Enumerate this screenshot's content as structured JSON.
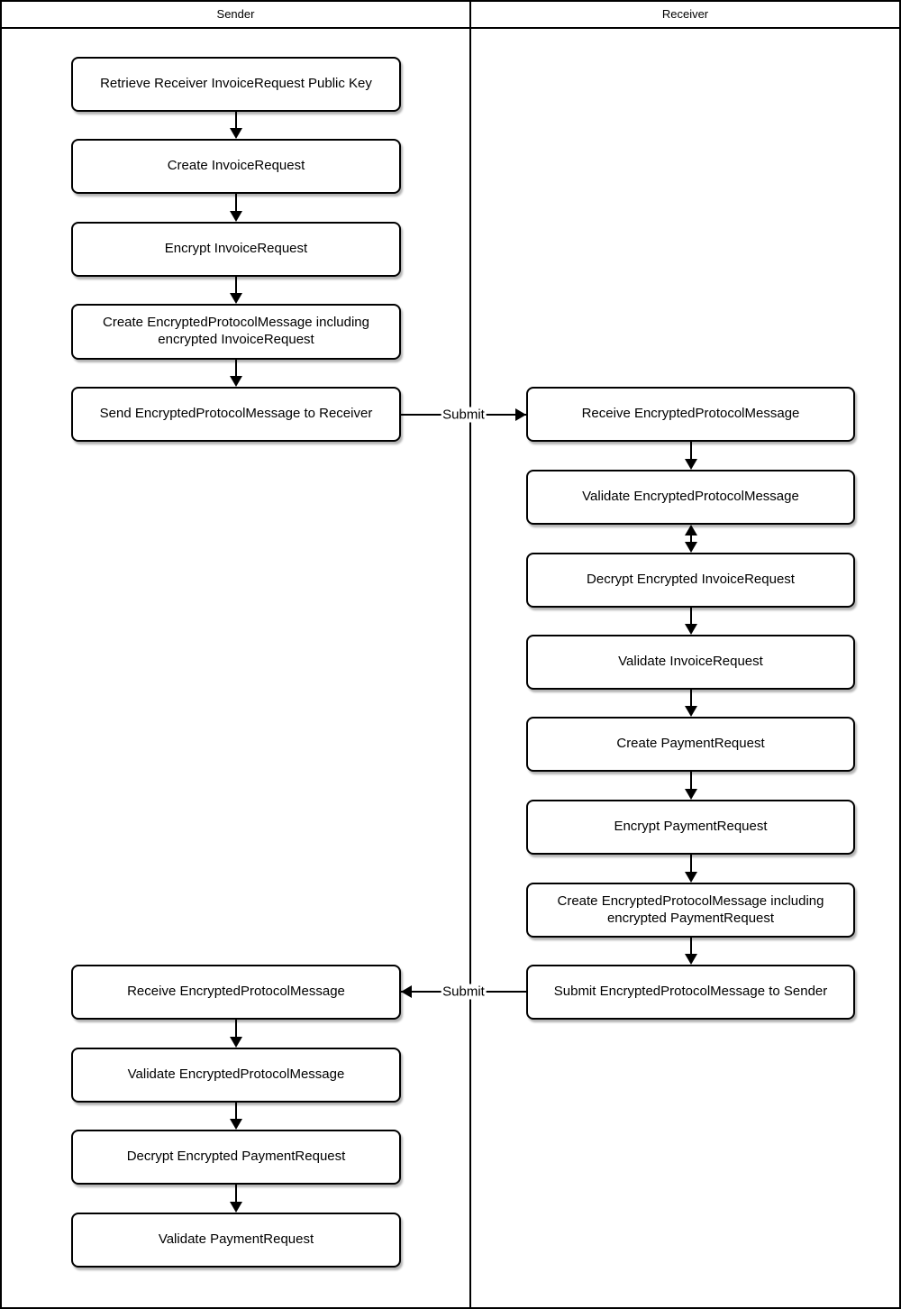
{
  "diagram": {
    "lanes": [
      {
        "title": "Sender",
        "boxes": [
          "Retrieve Receiver InvoiceRequest Public Key",
          "Create InvoiceRequest",
          "Encrypt InvoiceRequest",
          "Create EncryptedProtocolMessage including encrypted InvoiceRequest",
          "Send EncryptedProtocolMessage to Receiver",
          "Receive EncryptedProtocolMessage",
          "Validate EncryptedProtocolMessage",
          "Decrypt Encrypted PaymentRequest",
          "Validate PaymentRequest"
        ]
      },
      {
        "title": "Receiver",
        "boxes": [
          "Receive EncryptedProtocolMessage",
          "Validate EncryptedProtocolMessage",
          "Decrypt Encrypted InvoiceRequest",
          "Validate InvoiceRequest",
          "Create PaymentRequest",
          "Encrypt PaymentRequest",
          "Create EncryptedProtocolMessage including encrypted PaymentRequest",
          "Submit EncryptedProtocolMessage to Sender"
        ]
      }
    ],
    "connectors": {
      "sender_to_receiver_label": "Submit",
      "receiver_to_sender_label": "Submit"
    },
    "colors": {
      "line": "#000000",
      "box_fill": "#ffffff",
      "background": "#ffffff"
    }
  }
}
